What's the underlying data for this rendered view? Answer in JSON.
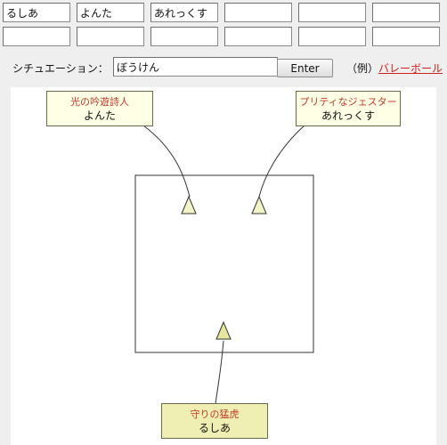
{
  "players": [
    {
      "value": "るしあ"
    },
    {
      "value": "よんた"
    },
    {
      "value": "あれっくす"
    },
    {
      "value": ""
    },
    {
      "value": ""
    },
    {
      "value": ""
    },
    {
      "value": ""
    },
    {
      "value": ""
    },
    {
      "value": ""
    },
    {
      "value": ""
    },
    {
      "value": ""
    },
    {
      "value": ""
    }
  ],
  "situation": {
    "label": "シチュエーション：",
    "value": "ぼうけん",
    "button": "Enter",
    "example_prefix": "（例）",
    "example_link": "バレーボール"
  },
  "cards": [
    {
      "title": "光の吟遊詩人",
      "name": "よんた"
    },
    {
      "title": "プリティなジェスター",
      "name": "あれっくす"
    },
    {
      "title": "守りの猛虎",
      "name": "るしあ"
    }
  ],
  "colors": {
    "card_title": "#c0392b",
    "card_top_bg": "#ffffe6",
    "card_bottom_bg": "#efefb4",
    "link": "#d02020"
  }
}
